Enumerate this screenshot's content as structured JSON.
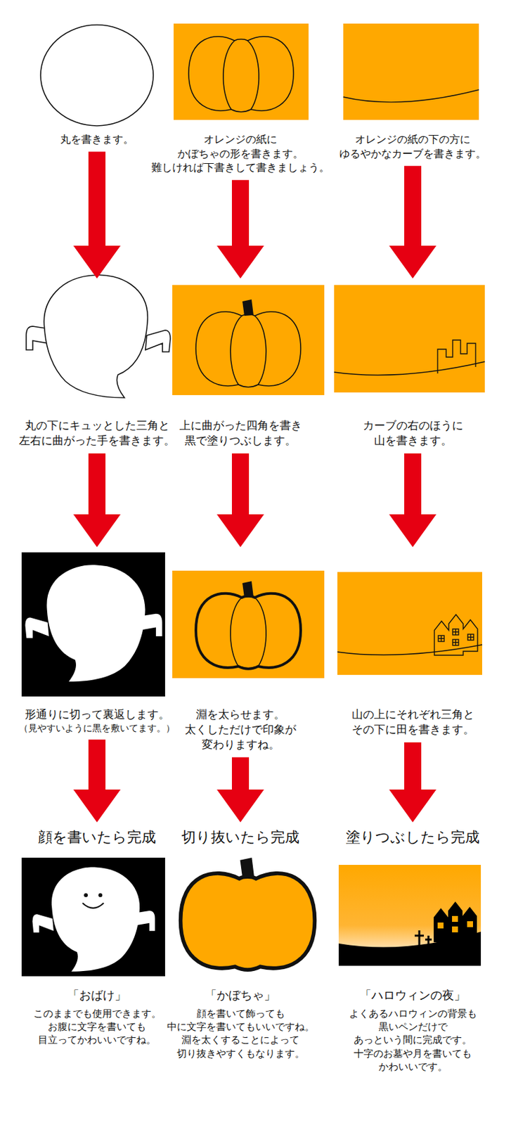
{
  "diagram": {
    "nodes": [
      {
        "text": [
          "丸を書きます。"
        ]
      },
      {
        "text": [
          "オレンジの紙に かぼちゃの形を書きます。 難しければ下書きして書きましょう。"
        ]
      },
      {
        "text": [
          "オレンジの紙の下の方に ゆるやかなカーブを書きます。"
        ]
      },
      {
        "text": [
          "丸の下にキュッとした三角と 左右に曲がった手を書きます。"
        ]
      },
      {
        "text": [
          "上に曲がった四角を書き 黒で塗りつぶします。"
        ]
      },
      {
        "text": [
          "カーブの右のほうに 山を書きます。"
        ]
      },
      {
        "text": [
          "形通りに切って裏返します。",
          "（見やすいように黒を敷いてます。）"
        ]
      },
      {
        "text": [
          "淵を太らせます。 太くしただけで印象が 変わりますね。"
        ]
      },
      {
        "text": [
          "山の上にそれぞれ三角と その下に田を書きます。"
        ]
      },
      {
        "text": [
          "顔を書いたら完成",
          "「おばけ」",
          "このままでも使用できます。 お腹に文字を書いても 目立ってかわいいですね。"
        ]
      },
      {
        "text": [
          "切り抜いたら完成",
          "「かぼちゃ」",
          "顔を書いて飾っても 中に文字を書いてもいいですね。 淵を太くすることによって 切り抜きやすくもなります。"
        ]
      },
      {
        "text": [
          "塗りつぶしたら完成",
          "「ハロウィンの夜」",
          "よくあるハロウィンの背景も 黒いペンだけで あっという間に完成です。 十字のお墓や月を書いても かわいいです。"
        ]
      }
    ],
    "edges": [
      {
        "from": 0,
        "to": 3,
        "arrow": "to"
      },
      {
        "from": 1,
        "to": 4,
        "arrow": "to"
      },
      {
        "from": 2,
        "to": 5,
        "arrow": "to"
      },
      {
        "from": 3,
        "to": 6,
        "arrow": "to"
      },
      {
        "from": 4,
        "to": 7,
        "arrow": "to"
      },
      {
        "from": 5,
        "to": 8,
        "arrow": "to"
      },
      {
        "from": 6,
        "to": 9,
        "arrow": "to"
      },
      {
        "from": 7,
        "to": 10,
        "arrow": "to"
      },
      {
        "from": 8,
        "to": 11,
        "arrow": "to"
      }
    ]
  }
}
